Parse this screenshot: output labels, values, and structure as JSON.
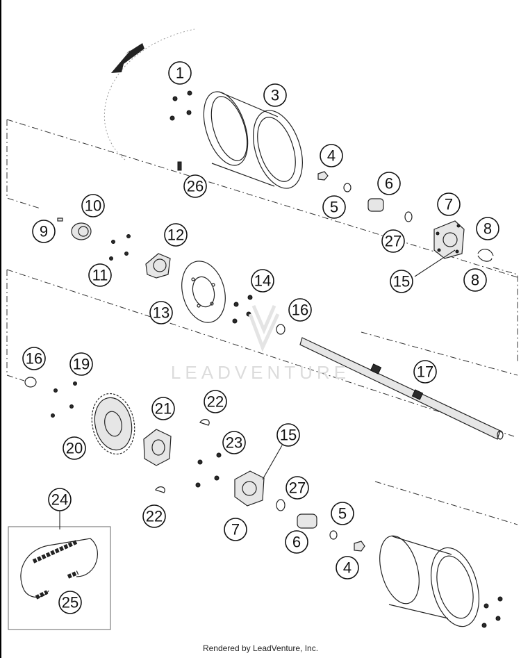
{
  "watermark": {
    "brand": "LEADVENTURE"
  },
  "footer": {
    "text": "Rendered by LeadVenture, Inc."
  },
  "callouts": [
    "1",
    "3",
    "26",
    "4",
    "5",
    "6",
    "27",
    "7",
    "8",
    "8",
    "15",
    "9",
    "10",
    "11",
    "12",
    "13",
    "14",
    "16",
    "16",
    "17",
    "19",
    "20",
    "21",
    "22",
    "22",
    "23",
    "15",
    "7",
    "27",
    "6",
    "5",
    "4",
    "24",
    "25"
  ],
  "colors": {
    "ink": "#222222",
    "background": "#ffffff",
    "watermark": "#dcdcdc"
  }
}
